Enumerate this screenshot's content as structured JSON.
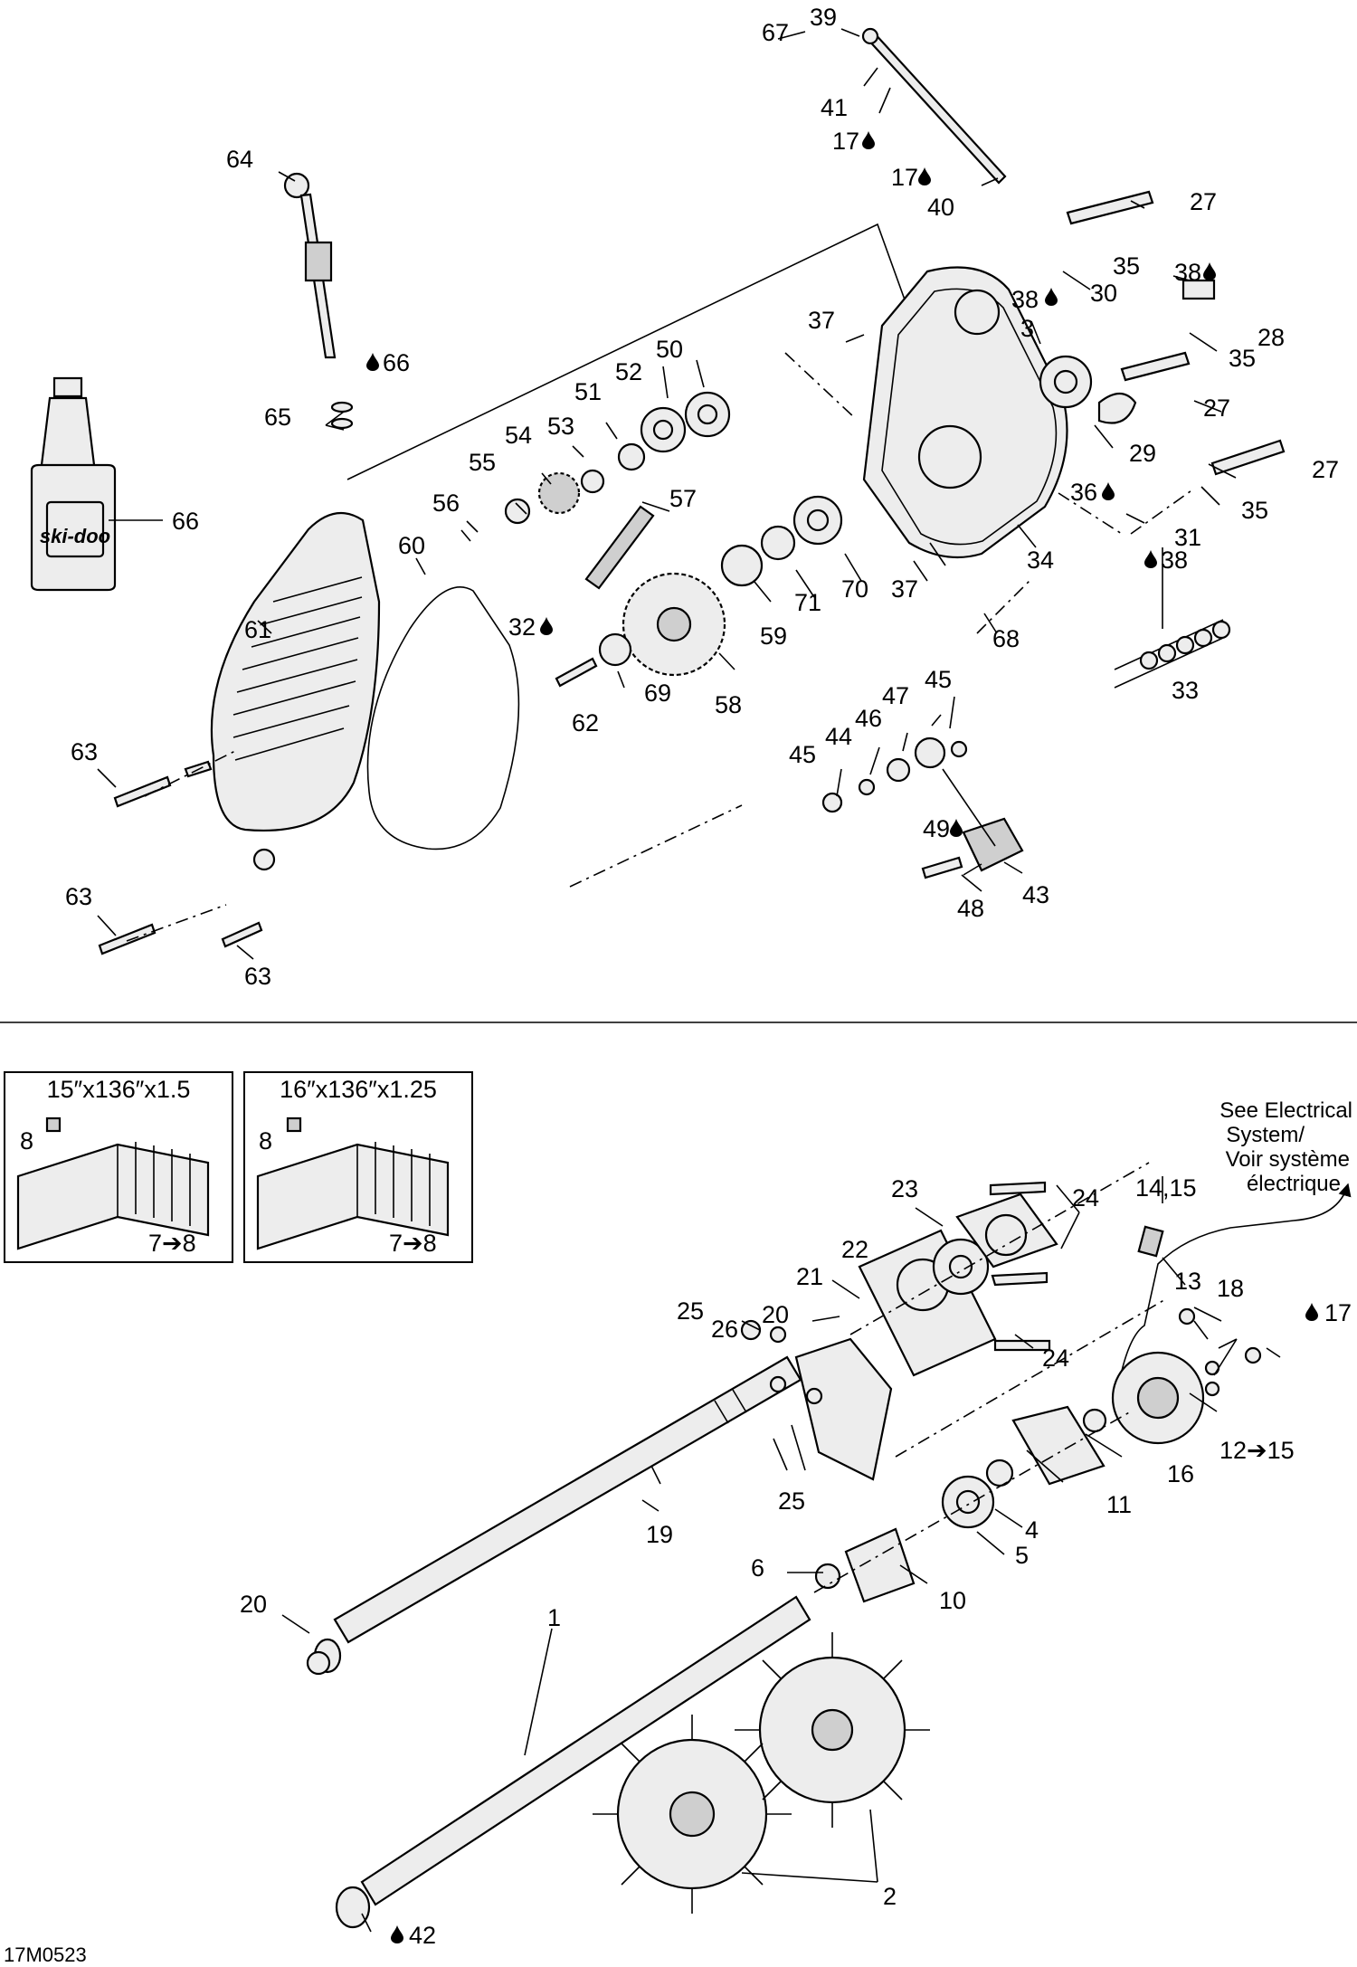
{
  "diagram_id": "17M0523",
  "inset_boxes": [
    {
      "title": "15″x136″x1.5",
      "label_clip": "8",
      "label_track": "7➔8"
    },
    {
      "title": "16″x136″x1.25",
      "label_clip": "8",
      "label_track": "7➔8"
    }
  ],
  "note": {
    "line1": "See Electrical",
    "line2": "System/",
    "line3": "Voir système",
    "line4": "électrique"
  },
  "bottle_brand": "ski-doo",
  "icons": {
    "lubricant": "oil-drop-icon"
  },
  "callouts": {
    "c1": "1",
    "c2": "2",
    "c3": "3",
    "c4": "4",
    "c5": "5",
    "c6": "6",
    "c10": "10",
    "c11": "11",
    "c12_15": "12➔15",
    "c13": "13",
    "c14_15": "14,15",
    "c16": "16",
    "c17a": "17",
    "c17b": "17",
    "c17c": "17",
    "c18": "18",
    "c19": "19",
    "c20a": "20",
    "c20b": "20",
    "c21": "21",
    "c22": "22",
    "c23": "23",
    "c24a": "24",
    "c24b": "24",
    "c25a": "25",
    "c25b": "25",
    "c26": "26",
    "c27a": "27",
    "c27b": "27",
    "c27c": "27",
    "c28": "28",
    "c29": "29",
    "c30": "30",
    "c31": "31",
    "c32": "32",
    "c33": "33",
    "c34": "34",
    "c35a": "35",
    "c35b": "35",
    "c35c": "35",
    "c36": "36",
    "c37a": "37",
    "c37b": "37",
    "c38a": "38",
    "c38b": "38",
    "c38c": "38",
    "c39": "39",
    "c40": "40",
    "c41": "41",
    "c42": "42",
    "c43": "43",
    "c44": "44",
    "c45a": "45",
    "c45b": "45",
    "c46": "46",
    "c47": "47",
    "c48": "48",
    "c49": "49",
    "c50": "50",
    "c51": "51",
    "c52": "52",
    "c53": "53",
    "c54": "54",
    "c55": "55",
    "c56": "56",
    "c57": "57",
    "c58": "58",
    "c59": "59",
    "c60": "60",
    "c61": "61",
    "c62": "62",
    "c63a": "63",
    "c63b": "63",
    "c63c": "63",
    "c64": "64",
    "c65": "65",
    "c66a": "66",
    "c66b": "66",
    "c67": "67",
    "c68": "68",
    "c69": "69",
    "c70": "70",
    "c71": "71"
  }
}
